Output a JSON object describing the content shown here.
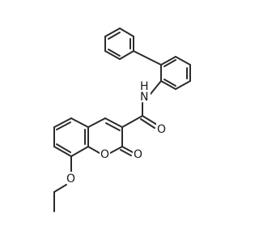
{
  "molecule": {
    "atom_labels": {
      "amide_nitrogen": "N",
      "carbonyl_oxygen": "O",
      "ring_oxygen": "O",
      "lactone_oxygen": "O",
      "ether_oxygen": "O",
      "amide_hydrogen": "H"
    }
  },
  "colors": {
    "bond": "#2b2b2b",
    "label": "#1a1a1a",
    "background": "#ffffff"
  }
}
